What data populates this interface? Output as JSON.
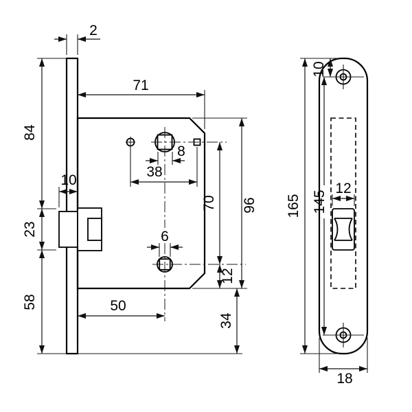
{
  "colors": {
    "background": "#ffffff",
    "line": "#000000"
  },
  "drawing": {
    "left_view": {
      "dims": {
        "plate_thickness": "2",
        "body_width": "71",
        "plate_top_to_latch": "84",
        "latch_depth": "10",
        "latch_opening": "23",
        "latch_to_bottom": "58",
        "spindle_square": "8",
        "hole_spacing": "38",
        "spindle_to_cylinder": "70",
        "body_height": "96",
        "cylinder_square": "6",
        "cylinder_to_body_bottom": "12",
        "body_to_plate_bottom": "34",
        "backset": "50"
      }
    },
    "right_view": {
      "dims": {
        "top_to_screw": "10",
        "plate_height": "165",
        "screw_spacing": "145",
        "latch_width": "12",
        "plate_width": "18"
      }
    }
  }
}
